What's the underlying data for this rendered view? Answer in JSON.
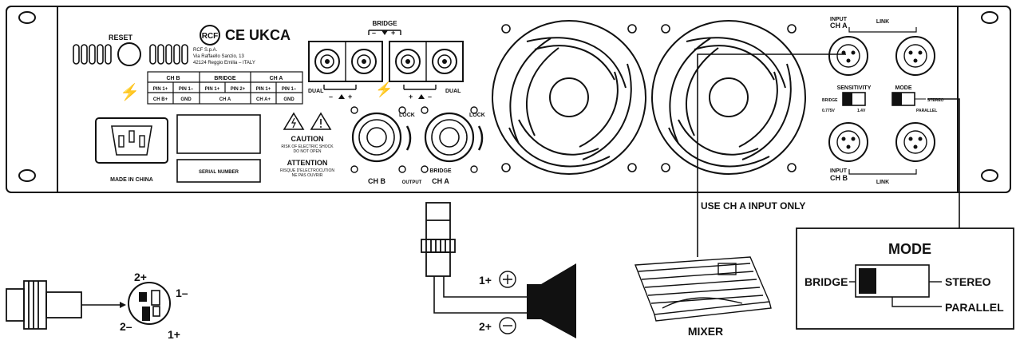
{
  "panel": {
    "reset_label": "RESET",
    "brand_logo": "RCF",
    "cert_marks": "CE UKCA",
    "company_line1": "RCF S.p.A.",
    "company_line2": "Via Raffaello Sanzio, 13",
    "company_line3": "42124 Reggio Emilia – ITALY",
    "made_in": "MADE IN CHINA",
    "serial_label": "SERIAL NUMBER",
    "caution_title": "CAUTION",
    "caution_line1": "RISK OF ELECTRIC SHOCK",
    "caution_line2": "DO NOT OPEN",
    "attention_title": "ATTENTION",
    "attention_line1": "RISQUE D'ELECTROCUTION",
    "attention_line2": "NE PAS OUVRIR",
    "pin_table": {
      "headers": [
        "CH B",
        "BRIDGE",
        "CH A"
      ],
      "row1": [
        "PIN 1+",
        "PIN 1–",
        "PIN 1+",
        "PIN 2+",
        "PIN 1+",
        "PIN 1–"
      ],
      "row2": [
        "CH B+",
        "GND",
        "CH A",
        "CH A+",
        "GND"
      ]
    },
    "binding_posts": {
      "bridge_label": "BRIDGE",
      "dual_left": "DUAL",
      "dual_right": "DUAL"
    },
    "speakon": {
      "lock_left": "LOCK",
      "lock_right": "LOCK",
      "chb_label": "CH B",
      "output_label": "OUTPUT",
      "bridge_label": "BRIDGE",
      "cha_label": "CH A"
    },
    "io": {
      "input_cha_line1": "INPUT",
      "input_cha_line2": "CH A",
      "link_top": "LINK",
      "sensitivity_label": "SENSITIVITY",
      "sens_left": "0.775V",
      "sens_bridge": "BRIDGE",
      "sens_right": "1.4V",
      "mode_label": "MODE",
      "mode_stereo": "STEREO",
      "mode_parallel": "PARALLEL",
      "input_chb_line1": "INPUT",
      "input_chb_line2": "CH B",
      "link_bottom": "LINK"
    }
  },
  "diagram": {
    "use_cha_note": "USE CH A INPUT ONLY",
    "xlr_pins": {
      "pin2": "2+",
      "pin1": "1–",
      "pin3": "2–",
      "pin1b": "1+"
    },
    "speaker_plus": "1+",
    "speaker_minus": "2+",
    "mixer_label": "MIXER",
    "mode_box": {
      "title": "MODE",
      "bridge": "BRIDGE",
      "stereo": "STEREO",
      "parallel": "PARALLEL"
    }
  }
}
